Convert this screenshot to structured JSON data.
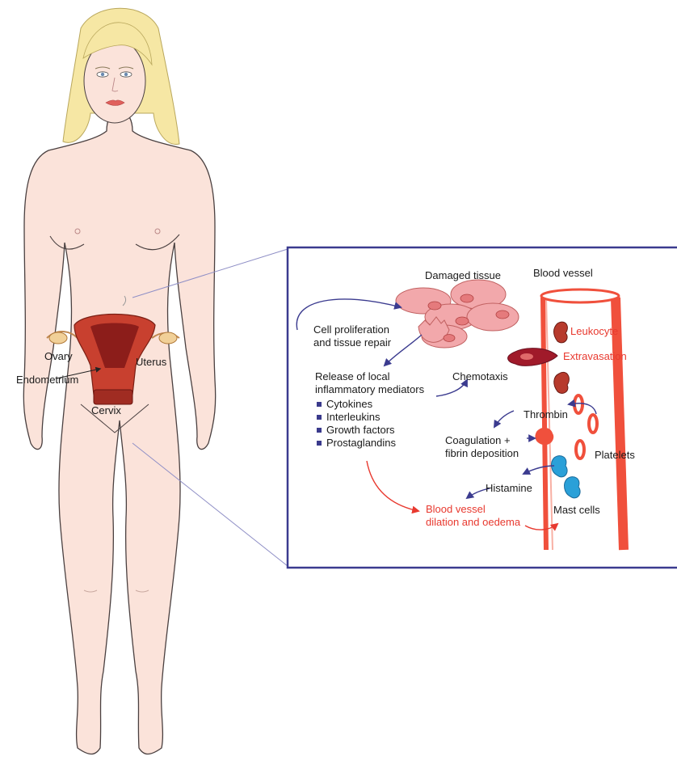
{
  "body_labels": {
    "ovary": "Ovary",
    "uterus": "Uterus",
    "endometrium": "Endometrium",
    "cervix": "Cervix"
  },
  "inset": {
    "damaged_tissue": "Damaged tissue",
    "blood_vessel": "Blood vessel",
    "cell_proliferation_line1": "Cell proliferation",
    "cell_proliferation_line2": "and tissue repair",
    "release_line1": "Release of local",
    "release_line2": "inflammatory mediators",
    "mediators": [
      "Cytokines",
      "Interleukins",
      "Growth factors",
      "Prostaglandins"
    ],
    "chemotaxis": "Chemotaxis",
    "leukocyte": "Leukocyte",
    "extravasation": "Extravasation",
    "thrombin": "Thrombin",
    "coagulation_line1": "Coagulation +",
    "coagulation_line2": "fibrin deposition",
    "platelets": "Platelets",
    "histamine": "Histamine",
    "mast_cells": "Mast cells",
    "dilation_line1": "Blood vessel",
    "dilation_line2": "dilation and oedema"
  },
  "colors": {
    "skin": "#fbe3da",
    "hair": "#f6e7a4",
    "uterus": "#c8402f",
    "tissue": "#f2a8ab",
    "vessel": "#f0503c",
    "mast_cell": "#2aa0d8",
    "frame": "#3b3b8f",
    "arrow_blue": "#3b3b8f",
    "arrow_red": "#e8392f"
  }
}
